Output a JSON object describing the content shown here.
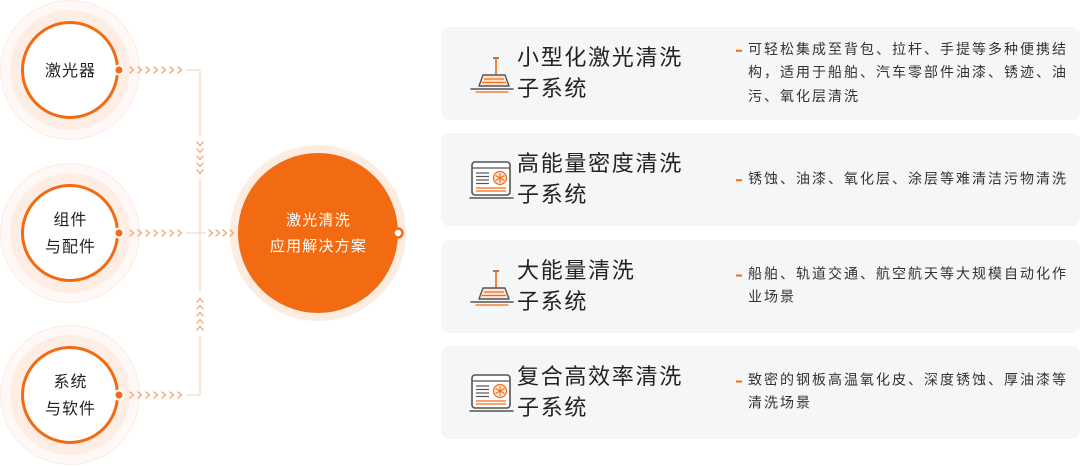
{
  "accent_color": "#f26b12",
  "sources": [
    {
      "label_lines": [
        "激光器"
      ]
    },
    {
      "label_lines": [
        "组件",
        "与配件"
      ]
    },
    {
      "label_lines": [
        "系统",
        "与软件"
      ]
    }
  ],
  "hub": {
    "label_lines": [
      "激光清洗",
      "应用解决方案"
    ]
  },
  "cards": [
    {
      "icon": "laser-head-icon",
      "title_lines": [
        "小型化激光清洗",
        "子系统"
      ],
      "description": "可轻松集成至背包、拉杆、手提等多种便携结构，适用于船舶、汽车零部件油漆、锈迹、油污、氧化层清洗"
    },
    {
      "icon": "cleaning-machine-icon",
      "title_lines": [
        "高能量密度清洗",
        "子系统"
      ],
      "description": "锈蚀、油漆、氧化层、涂层等难清洁污物清洗"
    },
    {
      "icon": "laser-head-icon",
      "title_lines": [
        "大能量清洗",
        "子系统"
      ],
      "description": "船舶、轨道交通、航空航天等大规模自动化作业场景"
    },
    {
      "icon": "cleaning-machine-icon",
      "title_lines": [
        "复合高效率清洗",
        "子系统"
      ],
      "description": "致密的钢板高温氧化皮、深度锈蚀、厚油漆等清洗场景"
    }
  ]
}
